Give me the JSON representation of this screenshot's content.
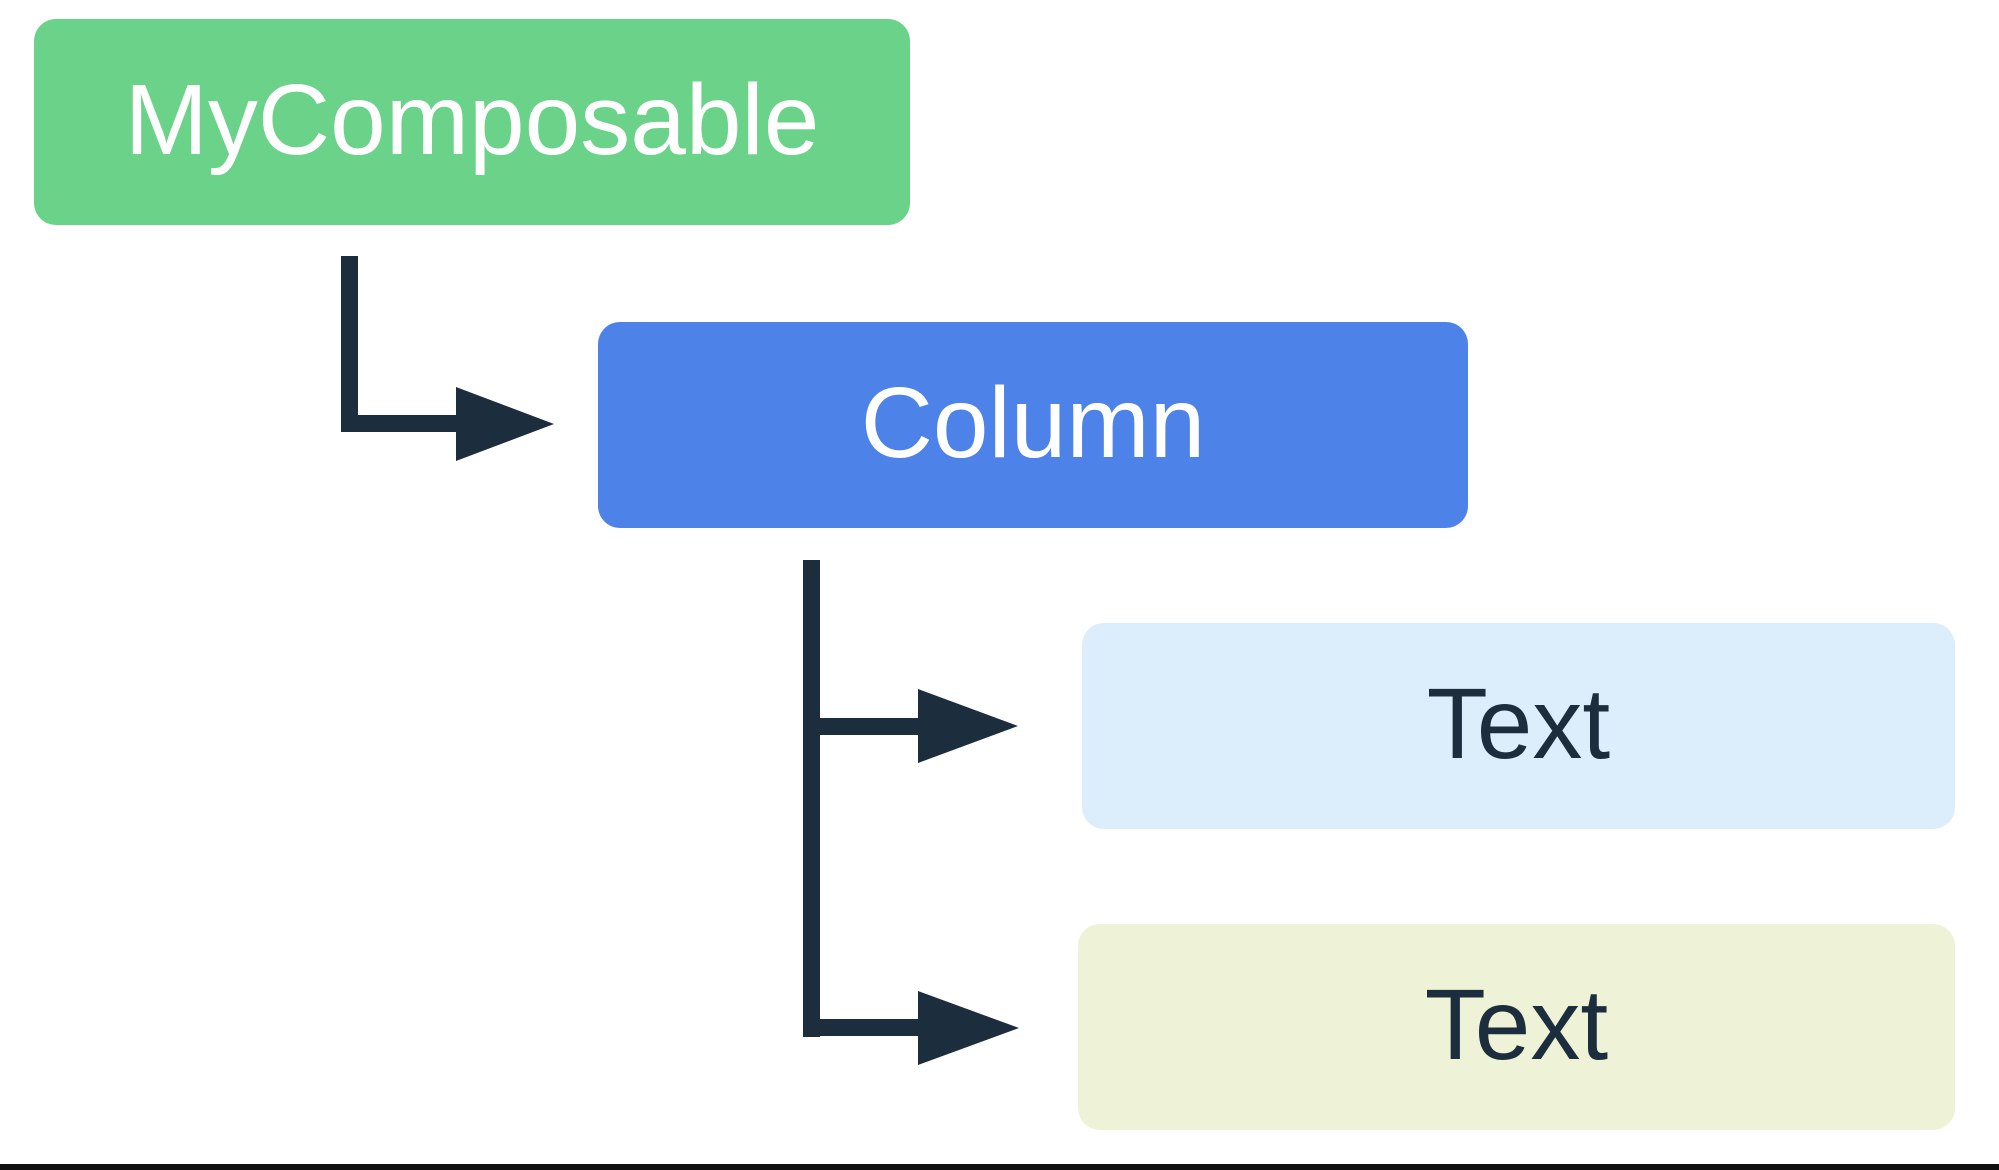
{
  "diagram": {
    "background": "#FFFFFF",
    "connector_color": "#1C2E3D",
    "bottom_border_color": "#111111",
    "nodes": [
      {
        "id": "mycomposable",
        "label": "MyComposable",
        "bg": "#6BD28A",
        "fg": "#FFFFFF"
      },
      {
        "id": "column",
        "label": "Column",
        "bg": "#4D82E8",
        "fg": "#FFFFFF"
      },
      {
        "id": "text-1",
        "label": "Text",
        "bg": "#DCEDFB",
        "fg": "#1C2E3D"
      },
      {
        "id": "text-2",
        "label": "Text",
        "bg": "#EEF2D6",
        "fg": "#1C2E3D"
      }
    ],
    "edges": [
      {
        "from": "mycomposable",
        "to": "column"
      },
      {
        "from": "column",
        "to": "text-1"
      },
      {
        "from": "column",
        "to": "text-2"
      }
    ]
  }
}
